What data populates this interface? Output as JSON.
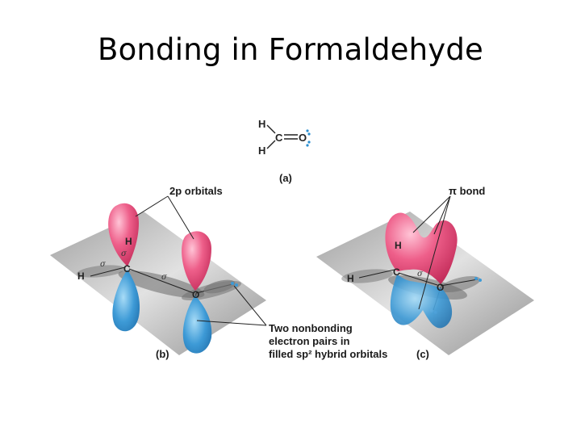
{
  "title": "Bonding in Formaldehyde",
  "structure": {
    "h_top": "H",
    "h_bottom": "H",
    "carbon": "C",
    "oxygen": "O"
  },
  "labels": {
    "a": "(a)",
    "b": "(b)",
    "c": "(c)",
    "p_orbitals": "2p orbitals",
    "pi_bond": "π bond",
    "nonbonding_line1": "Two nonbonding",
    "nonbonding_line2": "electron pairs in",
    "nonbonding_line3": "filled sp² hybrid orbitals"
  },
  "panel_b": {
    "h_top": "H",
    "h_left": "H",
    "carbon": "C",
    "oxygen": "O",
    "sigma": "σ"
  },
  "panel_c": {
    "h_top": "H",
    "h_left": "H",
    "carbon": "C",
    "oxygen": "O",
    "sigma": "σ"
  },
  "colors": {
    "p_orbital": "#e8547e",
    "sp2_lobe": "#3b9ad8",
    "plane": "#bdbdbd",
    "shadow": "#6e6e6e"
  }
}
